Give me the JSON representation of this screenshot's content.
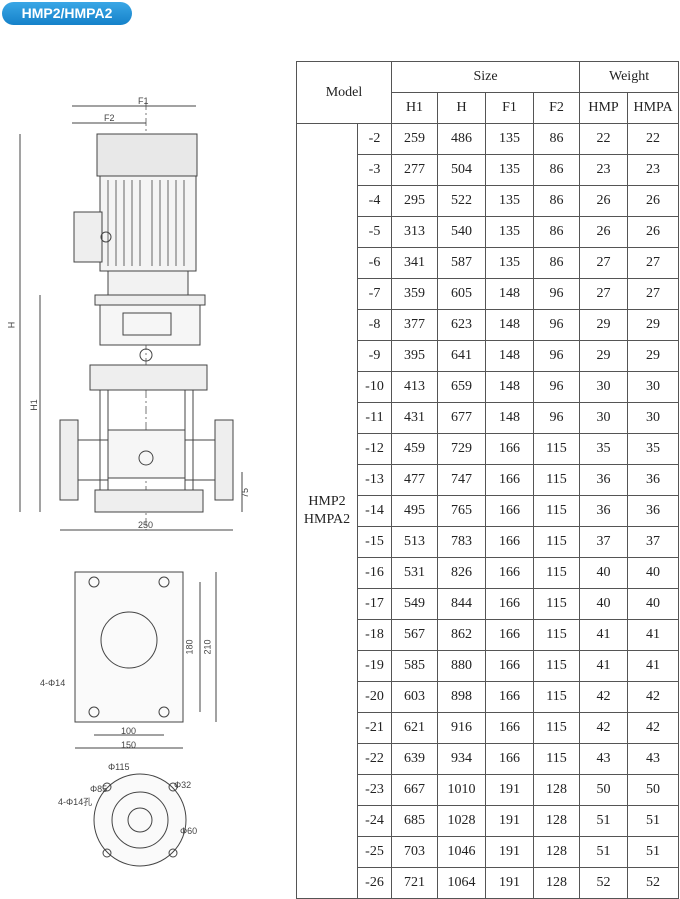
{
  "header": {
    "badge": "HMP2/HMPA2"
  },
  "drawing": {
    "labels": {
      "f1": "F1",
      "f2": "F2",
      "h": "H",
      "h1": "H1",
      "d75": "75",
      "d250": "250",
      "d180": "180",
      "d210": "210",
      "d100": "100",
      "d150": "150",
      "holes": "4-Φ14",
      "d115": "Φ115",
      "d85": "Φ85",
      "holes2": "4-Φ14孔",
      "d32": "Φ32",
      "d60": "Φ60"
    }
  },
  "table": {
    "model_header": "Model",
    "size_header": "Size",
    "weight_header": "Weight",
    "sub_headers": [
      "H1",
      "H",
      "F1",
      "F2",
      "HMP",
      "HMPA"
    ],
    "model_name_line1": "HMP2",
    "model_name_line2": "HMPA2",
    "rows": [
      [
        "-2",
        "259",
        "486",
        "135",
        "86",
        "22",
        "22"
      ],
      [
        "-3",
        "277",
        "504",
        "135",
        "86",
        "23",
        "23"
      ],
      [
        "-4",
        "295",
        "522",
        "135",
        "86",
        "26",
        "26"
      ],
      [
        "-5",
        "313",
        "540",
        "135",
        "86",
        "26",
        "26"
      ],
      [
        "-6",
        "341",
        "587",
        "135",
        "86",
        "27",
        "27"
      ],
      [
        "-7",
        "359",
        "605",
        "148",
        "96",
        "27",
        "27"
      ],
      [
        "-8",
        "377",
        "623",
        "148",
        "96",
        "29",
        "29"
      ],
      [
        "-9",
        "395",
        "641",
        "148",
        "96",
        "29",
        "29"
      ],
      [
        "-10",
        "413",
        "659",
        "148",
        "96",
        "30",
        "30"
      ],
      [
        "-11",
        "431",
        "677",
        "148",
        "96",
        "30",
        "30"
      ],
      [
        "-12",
        "459",
        "729",
        "166",
        "115",
        "35",
        "35"
      ],
      [
        "-13",
        "477",
        "747",
        "166",
        "115",
        "36",
        "36"
      ],
      [
        "-14",
        "495",
        "765",
        "166",
        "115",
        "36",
        "36"
      ],
      [
        "-15",
        "513",
        "783",
        "166",
        "115",
        "37",
        "37"
      ],
      [
        "-16",
        "531",
        "826",
        "166",
        "115",
        "40",
        "40"
      ],
      [
        "-17",
        "549",
        "844",
        "166",
        "115",
        "40",
        "40"
      ],
      [
        "-18",
        "567",
        "862",
        "166",
        "115",
        "41",
        "41"
      ],
      [
        "-19",
        "585",
        "880",
        "166",
        "115",
        "41",
        "41"
      ],
      [
        "-20",
        "603",
        "898",
        "166",
        "115",
        "42",
        "42"
      ],
      [
        "-21",
        "621",
        "916",
        "166",
        "115",
        "42",
        "42"
      ],
      [
        "-22",
        "639",
        "934",
        "166",
        "115",
        "43",
        "43"
      ],
      [
        "-23",
        "667",
        "1010",
        "191",
        "128",
        "50",
        "50"
      ],
      [
        "-24",
        "685",
        "1028",
        "191",
        "128",
        "51",
        "51"
      ],
      [
        "-25",
        "703",
        "1046",
        "191",
        "128",
        "51",
        "51"
      ],
      [
        "-26",
        "721",
        "1064",
        "191",
        "128",
        "52",
        "52"
      ]
    ]
  }
}
